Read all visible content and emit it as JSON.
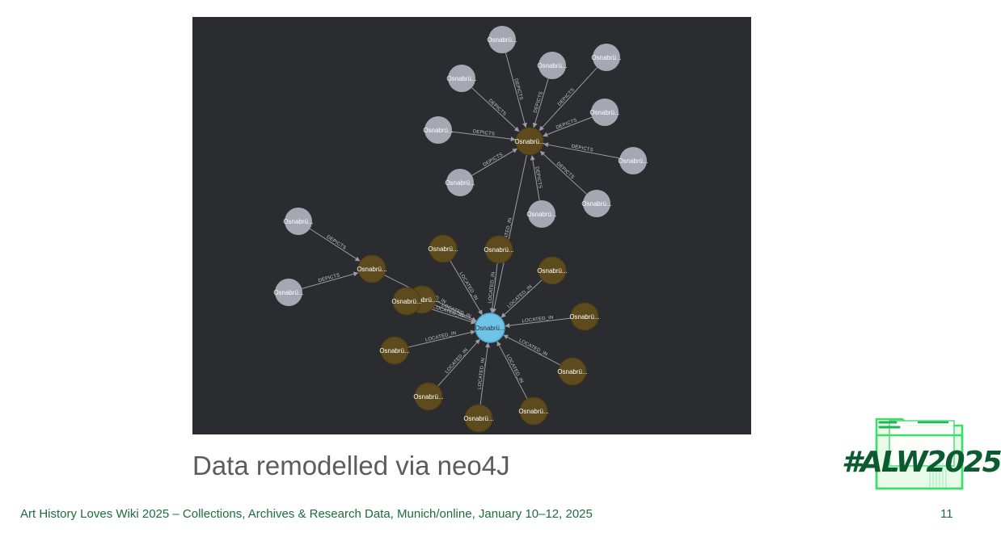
{
  "slide": {
    "title": "Data remodelled via neo4J",
    "footer": "Art History Loves Wiki 2025 – Collections, Archives & Research Data, Munich/online, January 10–12, 2025",
    "page_number": "11",
    "hashtag": "#ALW2025"
  },
  "colors": {
    "panel_background": "#2b2c30",
    "node_grey": "#a5a7b3",
    "node_brown": "#5e4b1d",
    "node_blue": "#6ec3e6",
    "edge": "#9a9ca6",
    "accent_green": "#1d6b40"
  },
  "graph": {
    "edge_labels": {
      "depicts": "DEPICTS",
      "located_in": "LOCATED_IN"
    },
    "nodes": [
      {
        "id": "hub-top",
        "kind": "brown",
        "label": "Osnabrü..."
      },
      {
        "id": "hub-left",
        "kind": "brown",
        "label": "Osnabrü..."
      },
      {
        "id": "center",
        "kind": "blue",
        "label": "Osnabrü..."
      },
      {
        "id": "t1",
        "kind": "grey",
        "label": "Osnabrü..."
      },
      {
        "id": "t2",
        "kind": "grey",
        "label": "Osnabrü..."
      },
      {
        "id": "t3",
        "kind": "grey",
        "label": "Osnabrü..."
      },
      {
        "id": "t4",
        "kind": "grey",
        "label": "Osnabrü..."
      },
      {
        "id": "t5",
        "kind": "grey",
        "label": "Osnabrü..."
      },
      {
        "id": "t6",
        "kind": "grey",
        "label": "Osnabrü..."
      },
      {
        "id": "t7",
        "kind": "grey",
        "label": "Osnabrü..."
      },
      {
        "id": "t8",
        "kind": "grey",
        "label": "Osnabrü..."
      },
      {
        "id": "t9",
        "kind": "grey",
        "label": "Osnabrü..."
      },
      {
        "id": "t10",
        "kind": "grey",
        "label": "Osnabrü..."
      },
      {
        "id": "l1",
        "kind": "grey",
        "label": "Osnabrü..."
      },
      {
        "id": "l2",
        "kind": "grey",
        "label": "Osnabrü..."
      },
      {
        "id": "b1",
        "kind": "brown",
        "label": "Osnabrü..."
      },
      {
        "id": "b2",
        "kind": "brown",
        "label": "Osnabrü..."
      },
      {
        "id": "b3",
        "kind": "brown",
        "label": "Osnabrü..."
      },
      {
        "id": "b4",
        "kind": "brown",
        "label": "Osnabrü..."
      },
      {
        "id": "b5",
        "kind": "brown",
        "label": "Osnabrü..."
      },
      {
        "id": "b6",
        "kind": "brown",
        "label": "Osnabrü..."
      },
      {
        "id": "b7",
        "kind": "brown",
        "label": "Osnabrü..."
      },
      {
        "id": "b8",
        "kind": "brown",
        "label": "Osnabrü..."
      },
      {
        "id": "b9",
        "kind": "brown",
        "label": "Osnabrü..."
      },
      {
        "id": "b10",
        "kind": "brown",
        "label": "Osnabrü..."
      },
      {
        "id": "b11",
        "kind": "brown",
        "label": "Osnabrü..."
      }
    ],
    "edges": [
      {
        "from": "t1",
        "to": "hub-top",
        "type": "depicts"
      },
      {
        "from": "t2",
        "to": "hub-top",
        "type": "depicts"
      },
      {
        "from": "t3",
        "to": "hub-top",
        "type": "depicts"
      },
      {
        "from": "t4",
        "to": "hub-top",
        "type": "depicts"
      },
      {
        "from": "t5",
        "to": "hub-top",
        "type": "depicts"
      },
      {
        "from": "t6",
        "to": "hub-top",
        "type": "depicts"
      },
      {
        "from": "t7",
        "to": "hub-top",
        "type": "depicts"
      },
      {
        "from": "t8",
        "to": "hub-top",
        "type": "depicts"
      },
      {
        "from": "t9",
        "to": "hub-top",
        "type": "depicts"
      },
      {
        "from": "t10",
        "to": "hub-top",
        "type": "depicts"
      },
      {
        "from": "l1",
        "to": "hub-left",
        "type": "depicts"
      },
      {
        "from": "l2",
        "to": "hub-left",
        "type": "depicts"
      },
      {
        "from": "hub-top",
        "to": "center",
        "type": "located_in"
      },
      {
        "from": "hub-left",
        "to": "center",
        "type": "located_in"
      },
      {
        "from": "b1",
        "to": "center",
        "type": "located_in"
      },
      {
        "from": "b2",
        "to": "center",
        "type": "located_in"
      },
      {
        "from": "b3",
        "to": "center",
        "type": "located_in"
      },
      {
        "from": "b4",
        "to": "center",
        "type": "located_in"
      },
      {
        "from": "b5",
        "to": "center",
        "type": "located_in"
      },
      {
        "from": "b6",
        "to": "center",
        "type": "located_in"
      },
      {
        "from": "b7",
        "to": "center",
        "type": "located_in"
      },
      {
        "from": "b8",
        "to": "center",
        "type": "located_in"
      },
      {
        "from": "b9",
        "to": "center",
        "type": "located_in"
      },
      {
        "from": "b10",
        "to": "center",
        "type": "located_in"
      },
      {
        "from": "b11",
        "to": "center",
        "type": "located_in"
      }
    ]
  }
}
